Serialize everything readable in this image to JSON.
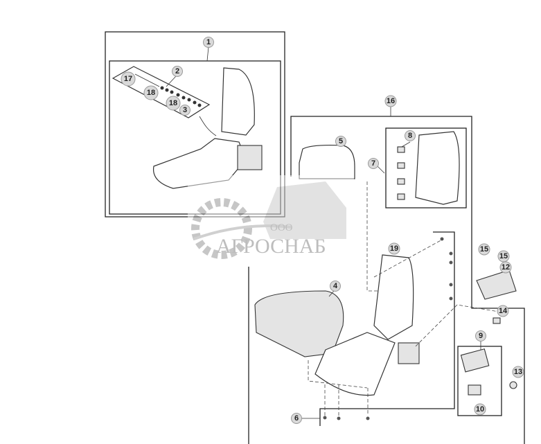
{
  "diagram": {
    "callouts": [
      "1",
      "2",
      "17",
      "18",
      "18",
      "3",
      "16",
      "5",
      "7",
      "8",
      "19",
      "4",
      "15",
      "15",
      "12",
      "14",
      "9",
      "13",
      "10",
      "6"
    ]
  },
  "watermark": {
    "prefix": "ООО",
    "brand": "АГРОСНАБ"
  }
}
